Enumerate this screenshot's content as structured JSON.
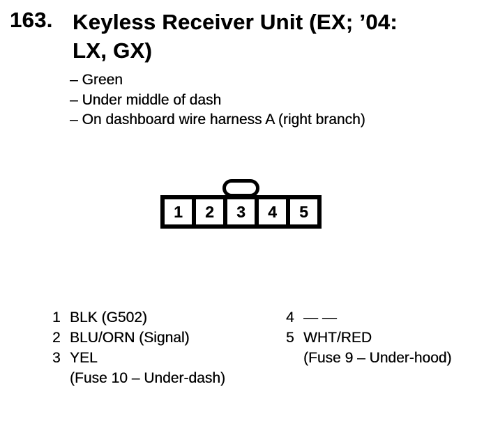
{
  "page": {
    "section_number": "163.",
    "title_line1": "Keyless Receiver Unit (EX; ’04:",
    "title_line2": "LX, GX)"
  },
  "notes": {
    "items": [
      "– Green",
      "– Under middle of dash",
      "– On dashboard wire harness A (right branch)"
    ]
  },
  "connector": {
    "pins": [
      "1",
      "2",
      "3",
      "4",
      "5"
    ]
  },
  "pin_list": {
    "left": [
      {
        "num": "1",
        "label": "BLK (G502)"
      },
      {
        "num": "2",
        "label": "BLU/ORN (Signal)"
      },
      {
        "num": "3",
        "label": "YEL",
        "note": "(Fuse 10 – Under-dash)"
      }
    ],
    "right": [
      {
        "num": "4",
        "label": "— —"
      },
      {
        "num": "5",
        "label": "WHT/RED",
        "note": "(Fuse 9 – Under-hood)"
      }
    ]
  },
  "colors": {
    "ink": "#000000",
    "paper": "#ffffff"
  }
}
